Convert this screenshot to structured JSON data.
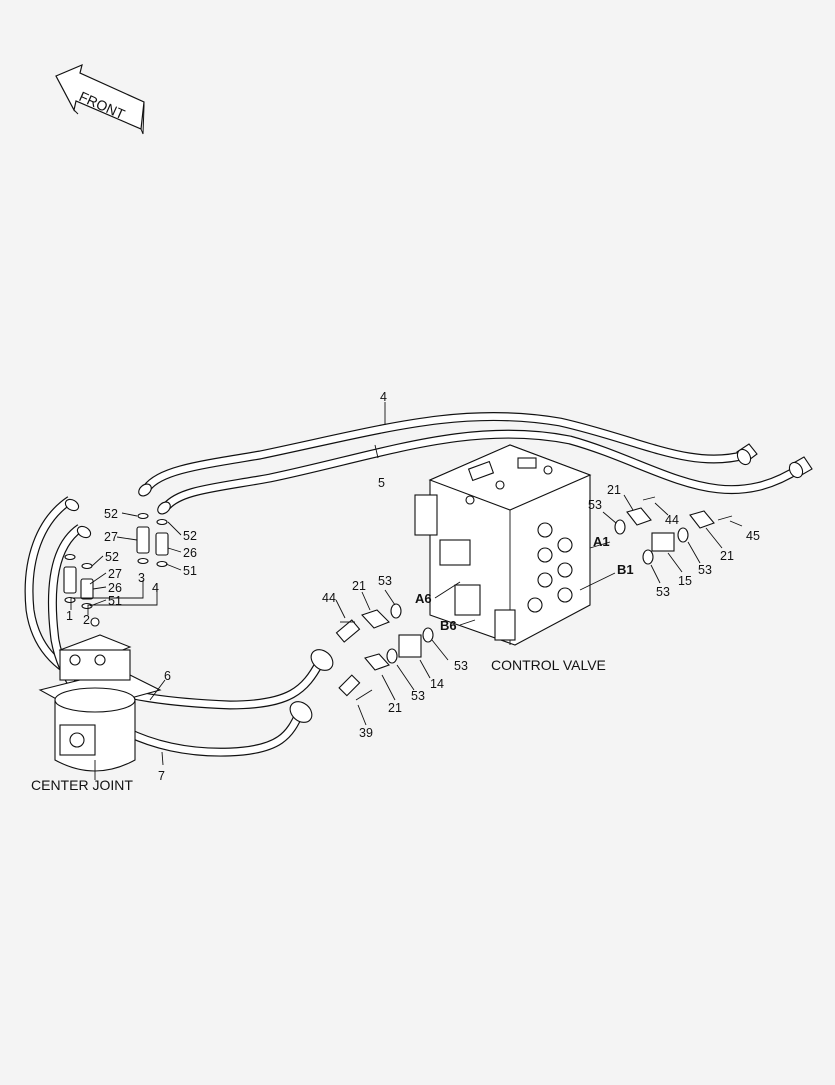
{
  "front_arrow": {
    "label": "FRONT"
  },
  "components": {
    "control_valve": "CONTROL VALVE",
    "center_joint": "CENTER JOINT"
  },
  "callouts": {
    "hose_4": "4",
    "hose_5": "5",
    "hose_6": "6",
    "hose_7": "7",
    "c52_a": "52",
    "c27_a": "27",
    "c52_b": "52",
    "c26_a": "26",
    "c3": "3",
    "c4": "4",
    "c51_a": "51",
    "c52_c": "52",
    "c27_b": "27",
    "c26_b": "26",
    "c51_b": "51",
    "c1": "1",
    "c2": "2",
    "c44_a": "44",
    "c21_a": "21",
    "c53_a": "53",
    "c53_b": "53",
    "c14": "14",
    "c21_b": "21",
    "c53_c": "53",
    "c39": "39",
    "c53_d": "53",
    "c21_c": "21",
    "c44_b": "44",
    "c45": "45",
    "c21_d": "21",
    "c53_e": "53",
    "c15": "15",
    "c53_f": "53"
  },
  "ports": {
    "a1": "A1",
    "b1": "B1",
    "a6": "A6",
    "b6": "B6"
  }
}
